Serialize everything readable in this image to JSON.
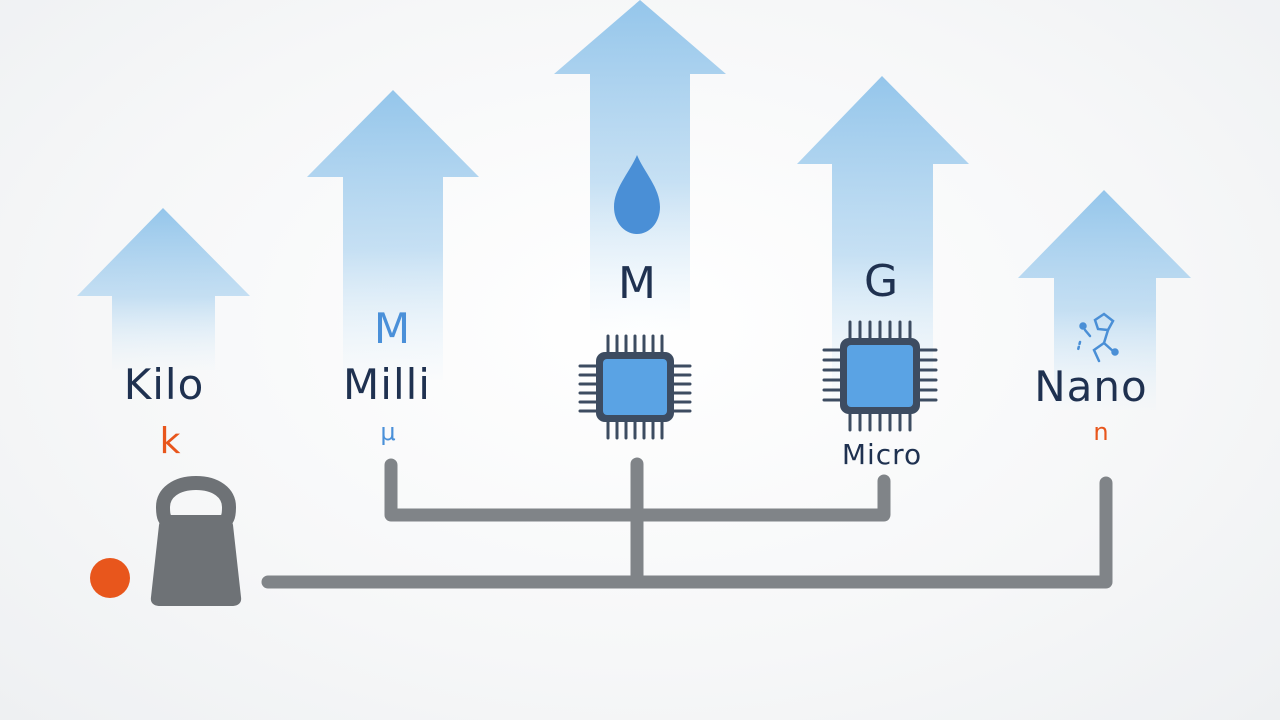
{
  "columns": [
    {
      "id": "kilo",
      "name": "Kilo",
      "symbol": "k",
      "symbol_color": "#e8561c",
      "icon": "weight-icon"
    },
    {
      "id": "milli",
      "top_letter": "M",
      "name": "Milli",
      "symbol": "μ",
      "symbol_color": "#4a90d9"
    },
    {
      "id": "mega",
      "icon_top": "water-drop-icon",
      "name": "M",
      "icon": "chip-icon"
    },
    {
      "id": "giga",
      "name": "G",
      "icon": "chip-icon",
      "caption": "Micro"
    },
    {
      "id": "nano",
      "icon_top": "molecule-icon",
      "name": "Nano",
      "symbol": "n",
      "symbol_color": "#e8561c"
    }
  ],
  "colors": {
    "arrow": "#8fc3ea",
    "connector": "#808488",
    "chip": "#5aa3e4",
    "chip_frame": "#3d4c61",
    "drop": "#4a8fd6",
    "accent": "#e8561c",
    "text": "#1f3150"
  }
}
